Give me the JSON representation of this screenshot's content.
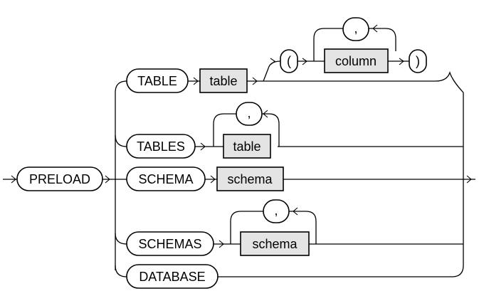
{
  "diagram": {
    "start_keyword": "PRELOAD",
    "branches": {
      "table": {
        "keyword": "TABLE",
        "object": "table",
        "open_paren": "(",
        "column": "column",
        "separator": ",",
        "close_paren": ")"
      },
      "tables": {
        "keyword": "TABLES",
        "object": "table",
        "separator": ","
      },
      "schema": {
        "keyword": "SCHEMA",
        "object": "schema"
      },
      "schemas": {
        "keyword": "SCHEMAS",
        "object": "schema",
        "separator": ","
      },
      "database": {
        "keyword": "DATABASE"
      }
    }
  }
}
